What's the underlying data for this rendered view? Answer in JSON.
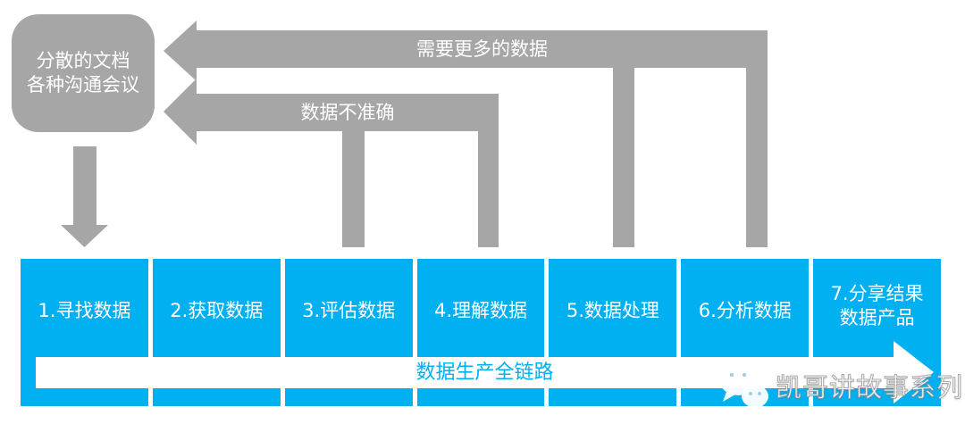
{
  "colors": {
    "blue": "#00b0f0",
    "gray": "#a6a6a6",
    "white": "#ffffff"
  },
  "source_box": {
    "line1": "分散的文档",
    "line2": "各种沟通会议"
  },
  "feedback": {
    "more_data_label": "需要更多的数据",
    "inaccurate_label": "数据不准确"
  },
  "pipeline": {
    "banner_label": "数据生产全链路",
    "steps": [
      {
        "label": "1.寻找数据"
      },
      {
        "label": "2.获取数据"
      },
      {
        "label": "3.评估数据"
      },
      {
        "label": "4.理解数据"
      },
      {
        "label": "5.数据处理"
      },
      {
        "label": "6.分析数据"
      },
      {
        "label": "7.分享结果\n数据产品"
      }
    ]
  },
  "watermark": {
    "icon": "wechat-icon",
    "text": "凯哥讲故事系列"
  }
}
